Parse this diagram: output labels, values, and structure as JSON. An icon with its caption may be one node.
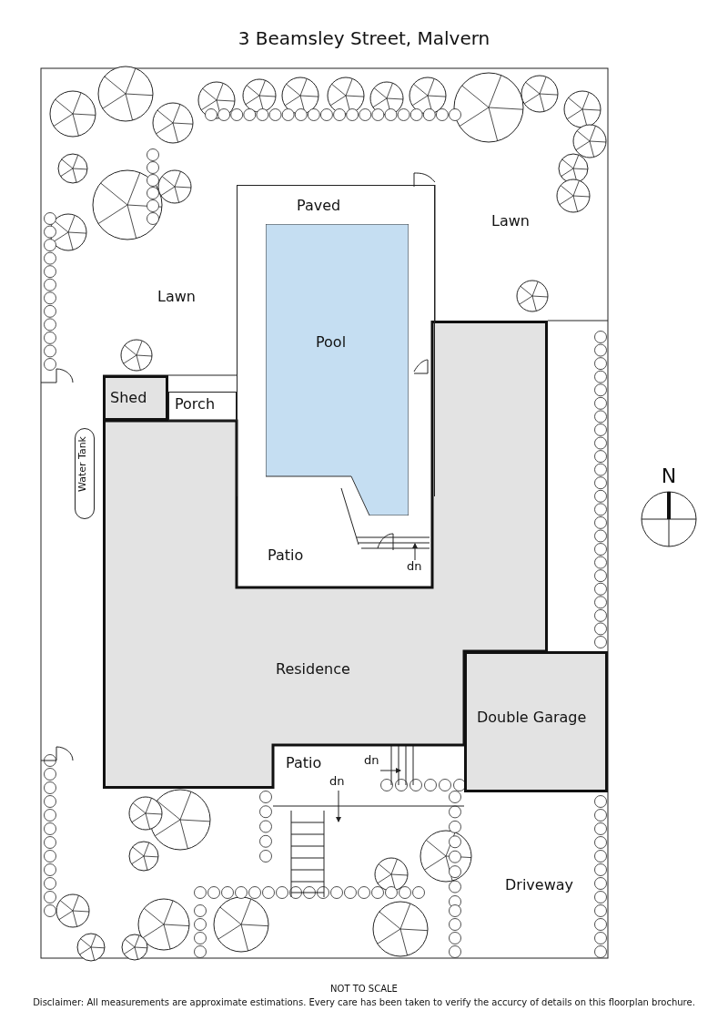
{
  "diagram": {
    "title": "3 Beamsley Street, Malvern",
    "nodes": [
      {
        "text": [
          "Paved"
        ]
      },
      {
        "text": [
          "Pool"
        ],
        "in": 0
      },
      {
        "text": [
          "Lawn"
        ]
      },
      {
        "text": [
          "Lawn"
        ]
      },
      {
        "text": [
          "Shed"
        ]
      },
      {
        "text": [
          "Porch"
        ]
      },
      {
        "text": [
          "Water Tank"
        ]
      },
      {
        "text": [
          "Patio"
        ]
      },
      {
        "text": [
          "Residence"
        ]
      },
      {
        "text": [
          "Double Garage"
        ]
      },
      {
        "text": [
          "Patio"
        ]
      },
      {
        "text": [
          "Driveway"
        ]
      }
    ],
    "labels": [
      "N",
      "dn",
      "dn",
      "dn",
      "NOT TO SCALE",
      "Disclaimer: All measurements are approximate estimations. Every care has been taken to verify the accurcy of details on this floorplan brochure."
    ]
  }
}
